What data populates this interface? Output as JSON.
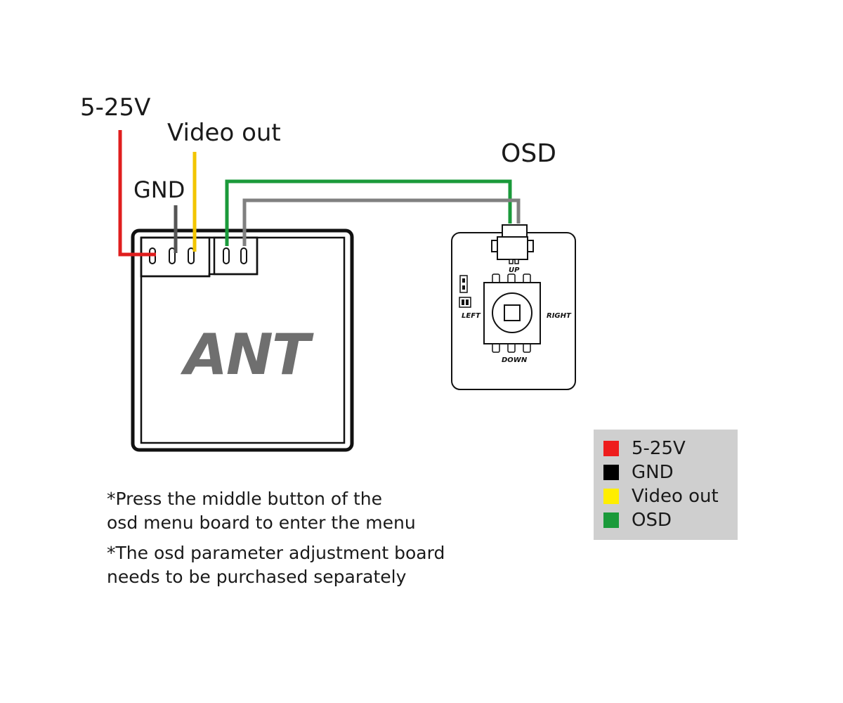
{
  "labels": {
    "power": "5-25V",
    "gnd": "GND",
    "video_out": "Video out",
    "osd": "OSD"
  },
  "ant_board": {
    "logo": "ANT"
  },
  "osd_board": {
    "up": "UP",
    "down": "DOWN",
    "left": "LEFT",
    "right": "RIGHT"
  },
  "notes": {
    "note1_line1": "*Press the middle button of the",
    "note1_line2": "osd menu board to enter the menu",
    "note2_line1": "*The osd parameter adjustment board",
    "note2_line2": "needs to be purchased separately"
  },
  "legend": {
    "items": [
      {
        "label": "5-25V",
        "color": "#ee1c1c"
      },
      {
        "label": "GND",
        "color": "#000000"
      },
      {
        "label": "Video out",
        "color": "#ffee00"
      },
      {
        "label": "OSD",
        "color": "#1a9a3a"
      }
    ]
  },
  "wire_colors": {
    "power": "#e01e1e",
    "gnd": "#555555",
    "video": "#f2c500",
    "osd_green": "#1a9a3a",
    "osd_gray": "#808080"
  }
}
